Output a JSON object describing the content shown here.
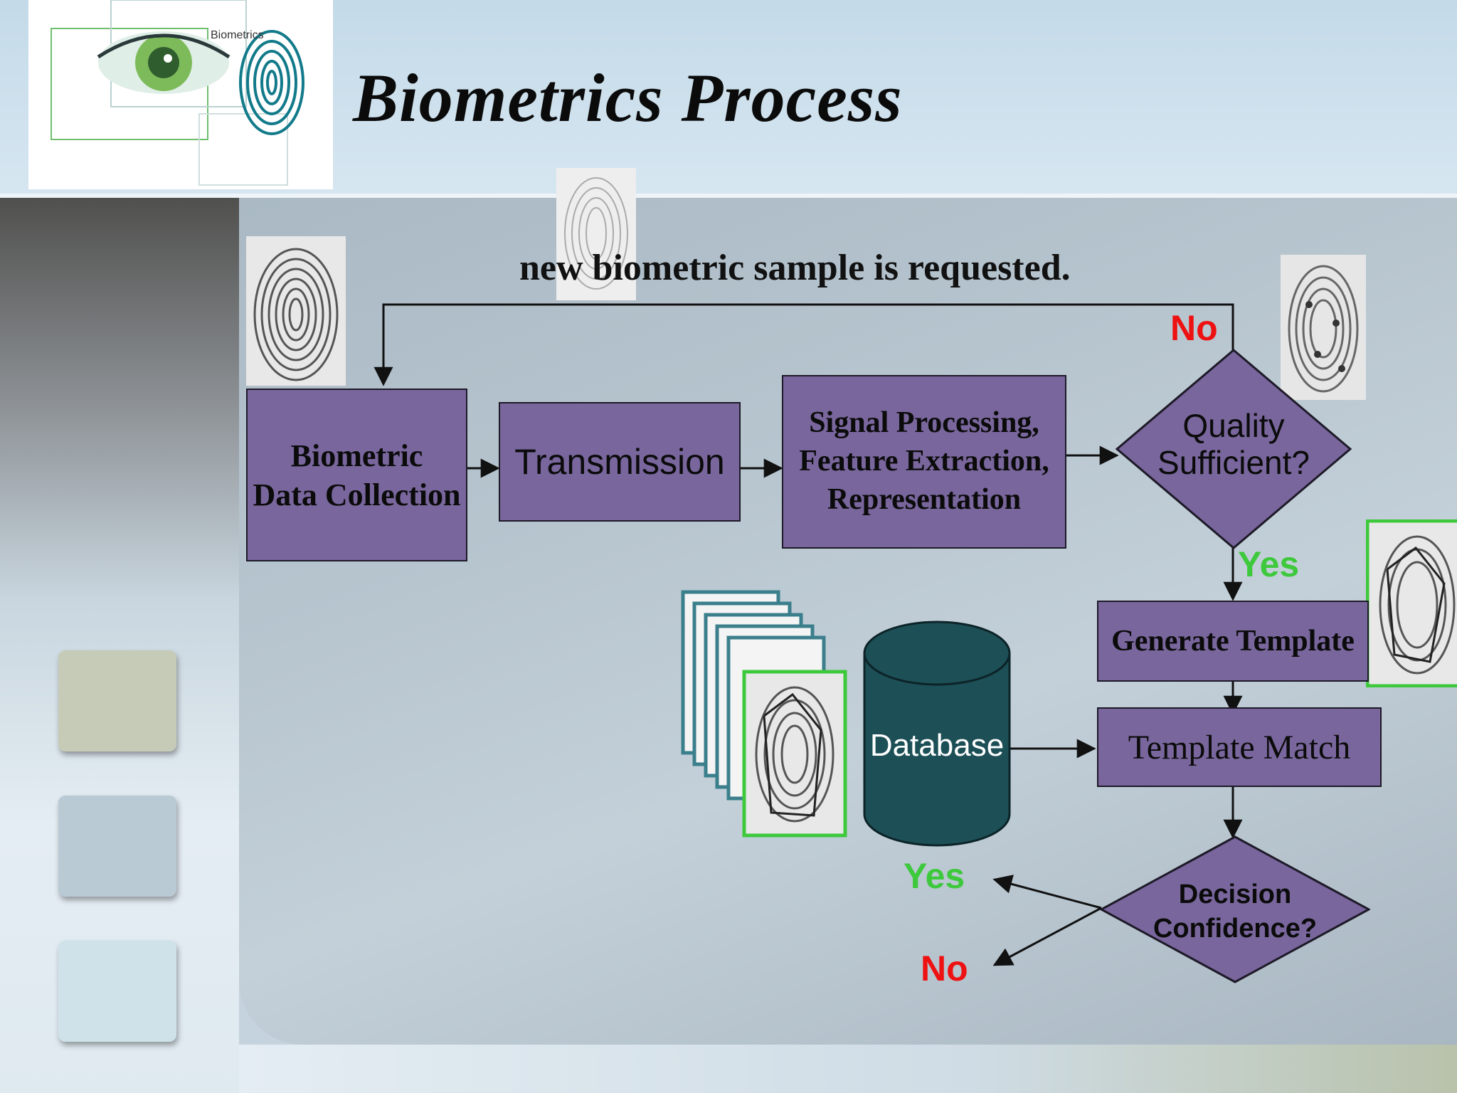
{
  "slide": {
    "title": "Biometrics Process",
    "caption": "new biometric sample is requested.",
    "logo_text": "Biometrics"
  },
  "flowchart": {
    "collection": {
      "line1": "Biometric",
      "line2": "Data Collection"
    },
    "transmission": "Transmission",
    "processing": {
      "line1": "Signal Processing,",
      "line2": "Feature Extraction,",
      "line3": "Representation"
    },
    "quality": {
      "line1": "Quality",
      "line2": "Sufficient?"
    },
    "generate_template": "Generate Template",
    "template_match": "Template Match",
    "database": "Database",
    "decision": {
      "line1": "Decision",
      "line2": "Confidence?"
    },
    "quality_no": "No",
    "quality_yes": "Yes",
    "decision_yes": "Yes",
    "decision_no": "No"
  },
  "colors": {
    "process_box": "#78669c",
    "database": "#1d4f57",
    "yes": "#3ec93c",
    "no": "#ee1111"
  },
  "icons": [
    "fingerprint-image",
    "eye-image",
    "database-cylinder"
  ]
}
